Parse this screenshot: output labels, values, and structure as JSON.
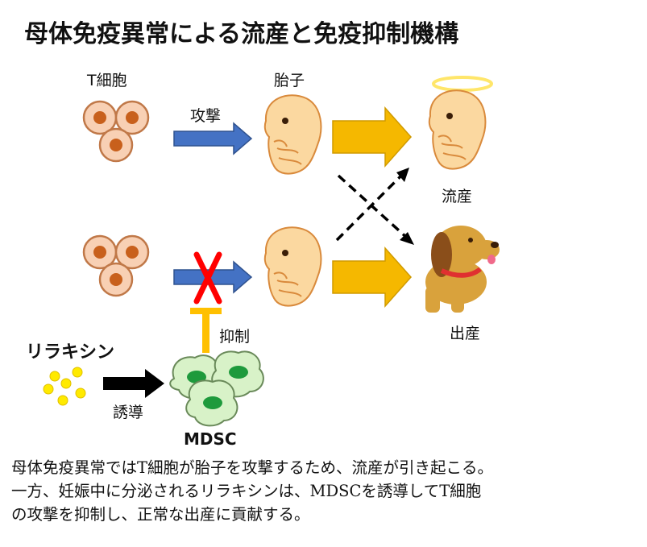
{
  "title": "母体免疫異常による流産と免疫抑制機構",
  "labels": {
    "t_cell": "T細胞",
    "fetus": "胎子",
    "attack": "攻撃",
    "miscarriage": "流産",
    "birth": "出産",
    "suppression": "抑制",
    "relaxin": "リラキシン",
    "induction": "誘導",
    "mdsc": "MDSC"
  },
  "caption": {
    "line1": "母体免疫異常ではT細胞が胎子を攻撃するため、流産が引き起こる。",
    "line2": "一方、妊娠中に分泌されるリラキシンは、MDSCを誘導してT細胞",
    "line3": "の攻撃を抑制し、正常な出産に貢献する。"
  },
  "colors": {
    "t_cell_fill": "#f8d0b4",
    "t_cell_nucleus": "#c8601c",
    "attack_arrow": "#4472c4",
    "outcome_arrow": "#f5b800",
    "inhibition_cross": "#ff0000",
    "suppression_bar": "#ffc000",
    "mdsc_fill": "#d8f2c8",
    "mdsc_nucleus": "#1e9a3c",
    "relaxin_dots": "#ffea00",
    "induction_arrow": "#000000",
    "fetus_fill": "#fbd8a0",
    "halo": "#ffe66a",
    "dog_fill": "#d9a23c",
    "dog_collar": "#e03030"
  },
  "icons": {
    "fetus": "fetus-icon",
    "dog": "dog-icon",
    "halo": "halo-icon",
    "cross": "red-x-icon"
  }
}
